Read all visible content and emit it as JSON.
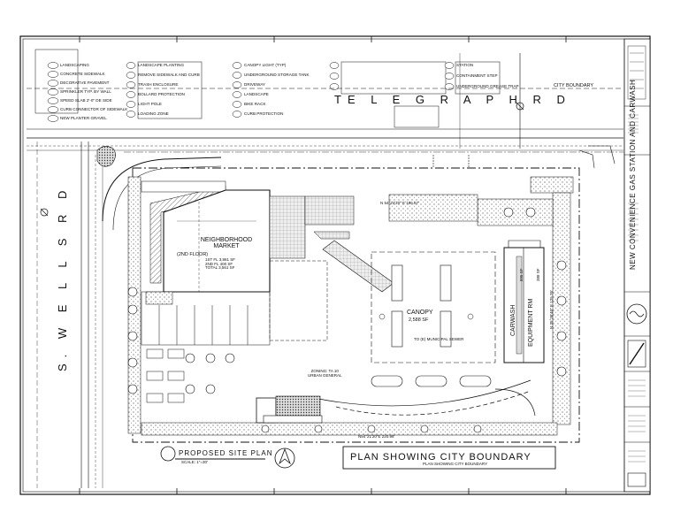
{
  "roads": {
    "telegraph": "TE L E G R A P H   R D",
    "wells": "S.   W E L L S   R D"
  },
  "labels": {
    "city_boundary": "CITY BOUNDARY",
    "neighborhood_market": "NEIGHBORHOOD MARKET",
    "second_floor": "(2ND FLOOR)",
    "market_area": "1ST FL 3,861 SF\n2ND FL 400 SF\nTOTAL 3,561 SF",
    "canopy": "CANOPY",
    "canopy_area": "2,588 SF",
    "to_sewer": "TO (E) MUNICIPAL SEWER",
    "carwash": "CARWASH",
    "equipment_rm": "EQUIPMENT RM",
    "carwash_sf": "895 SF",
    "equipment_sf": "388 SF",
    "zoning": "ZONING: TA 10\nURBAN GENERAL",
    "bearing_top": "N 54°24'20\" E 196.67'",
    "bearing_bottom": "N54°21'20\"E 220.98'",
    "bearing_right": "N 35°36'40\" E 125.76'",
    "plan_boundary_title": "PLAN SHOWING CITY BOUNDARY",
    "plan_boundary_sub": "PLAN SHOWING CITY BOUNDARY",
    "proposed_site_plan": "PROPOSED SITE PLAN",
    "scale": "SCALE: 1\"=30'"
  },
  "title_block": {
    "project": "NEW CONVENIENCE GAS STATION AND CARWASH"
  },
  "keynotes_left": [
    "LANDSCAPING",
    "CONCRETE SIDEWALK",
    "DECORATIVE PAVEMENT",
    "SPRINKLER TYP. BY WALL",
    "SPEED SLAB 2'-0\" DE SIDE",
    "CURB CONNECTOR OF SIDEWALK",
    "NEW PLANTER GRAVEL"
  ],
  "keynotes_mid": [
    "LANDSCAPE PLANTING",
    "REMOVE SIDEWALK AND CURB",
    "TRASH ENCLOSURE",
    "BOLLARD PROTECTION",
    "LIGHT POLE",
    "LOADING ZONE"
  ],
  "keynotes_mid2": [
    "CANOPY LIGHT (TYP)",
    "UNDERGROUND STORAGE TANK",
    "DRIVEWAY",
    "LANDSCAPE",
    "BIKE RACK",
    "CURB PROTECTION"
  ],
  "keynotes_right": [
    "STATION",
    "CONTAINMENT STEP",
    "UNDERGROUND GREASE TRAP"
  ],
  "colors": {
    "ink": "#111111",
    "hatch": "#888888",
    "paper": "#ffffff"
  }
}
